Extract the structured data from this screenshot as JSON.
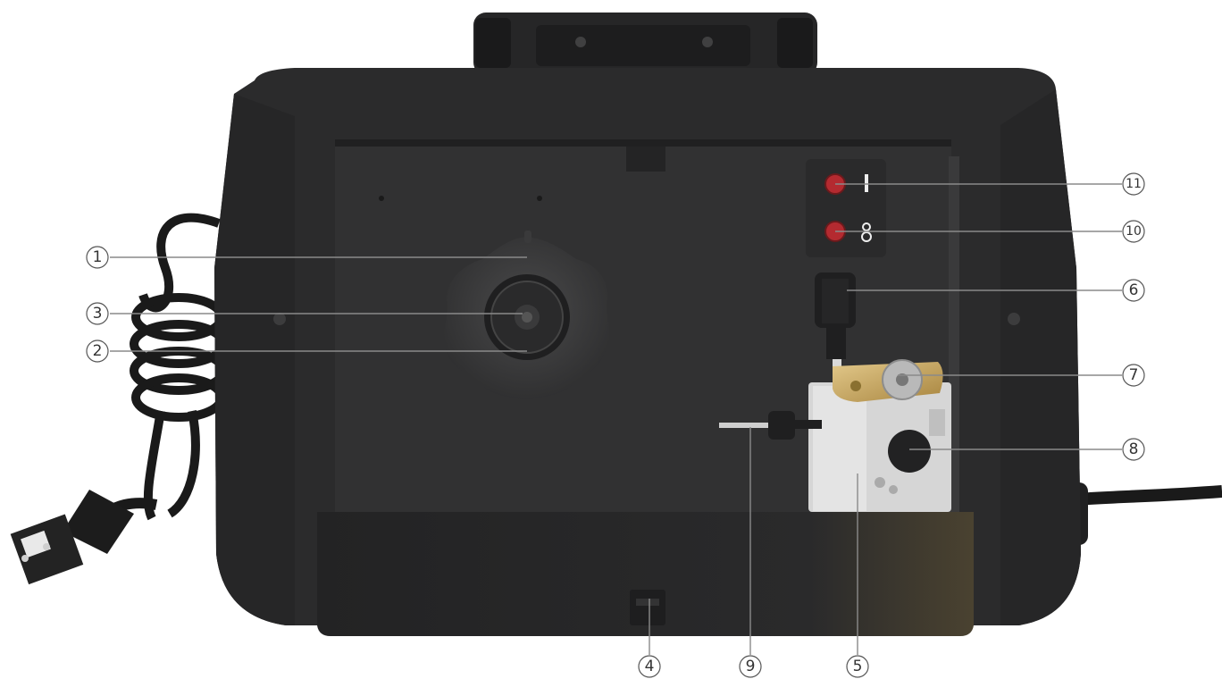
{
  "figure": "welder-inner-panel-diagram",
  "colors": {
    "body": "#2a2a2b",
    "body_edge": "#1d1d1e",
    "panel": "#303031",
    "knob": "#3a3a3b",
    "lamp": "#b42a30",
    "brass": "#c9a960",
    "steel": "#cfcfcf",
    "callout_stroke": "#555555",
    "leader": "#8a8a8a"
  },
  "callouts": [
    {
      "id": 1,
      "label": "1"
    },
    {
      "id": 2,
      "label": "2"
    },
    {
      "id": 3,
      "label": "3"
    },
    {
      "id": 4,
      "label": "4"
    },
    {
      "id": 5,
      "label": "5"
    },
    {
      "id": 6,
      "label": "6"
    },
    {
      "id": 7,
      "label": "7"
    },
    {
      "id": 8,
      "label": "8"
    },
    {
      "id": 9,
      "label": "9"
    },
    {
      "id": 10,
      "label": "10"
    },
    {
      "id": 11,
      "label": "11"
    }
  ]
}
